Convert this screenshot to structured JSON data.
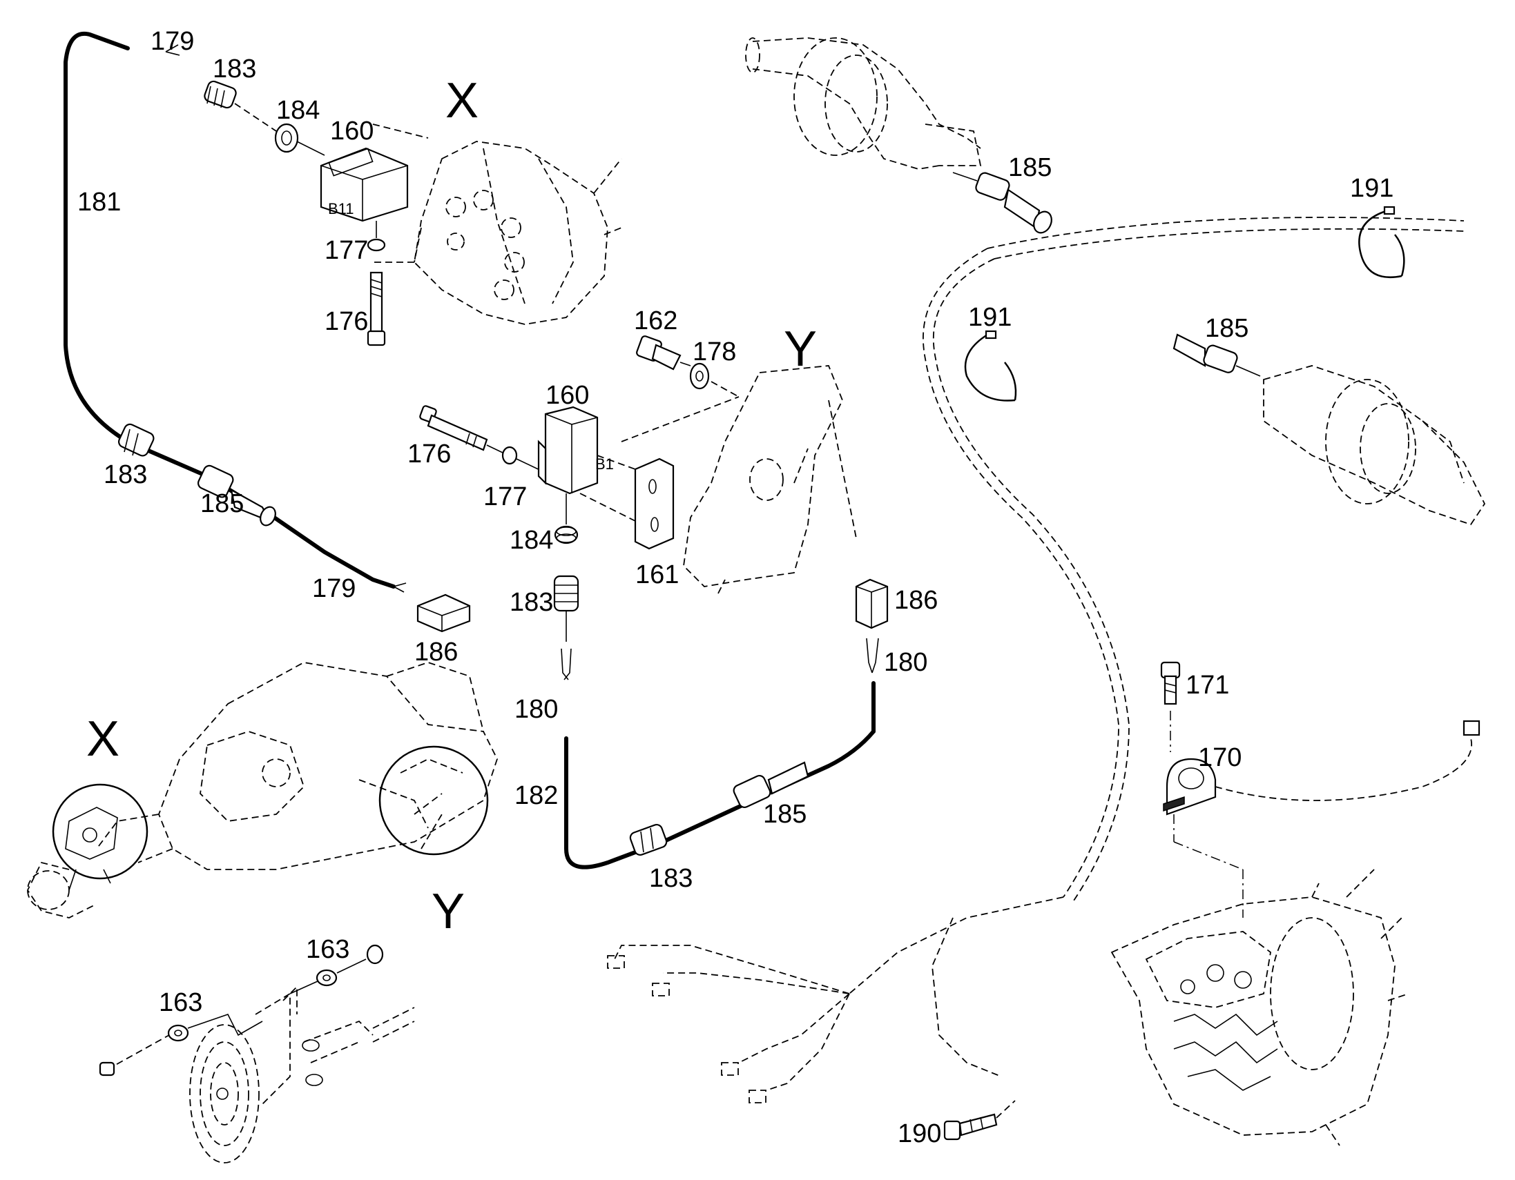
{
  "labels": {
    "l179a": "179",
    "l183a": "183",
    "l184a": "184",
    "l160a": "160",
    "lXa": "X",
    "lB11": "B11",
    "l181": "181",
    "l177a": "177",
    "l176a": "176",
    "l183b": "183",
    "l185a": "185",
    "l179b": "179",
    "l186a": "186",
    "l185b": "185",
    "l191a": "191",
    "l191b": "191",
    "l185c": "185",
    "l162": "162",
    "l178": "178",
    "lYa": "Y",
    "l160b": "160",
    "lB1": "B1",
    "l176b": "176",
    "l177b": "177",
    "l161": "161",
    "l184b": "184",
    "l183c": "183",
    "l186b": "186",
    "l180a": "180",
    "l180b": "180",
    "l182": "182",
    "l185d": "185",
    "l183d": "183",
    "l171": "171",
    "l170": "170",
    "lXb": "X",
    "lYb": "Y",
    "l163a": "163",
    "l163b": "163",
    "l190": "190"
  }
}
